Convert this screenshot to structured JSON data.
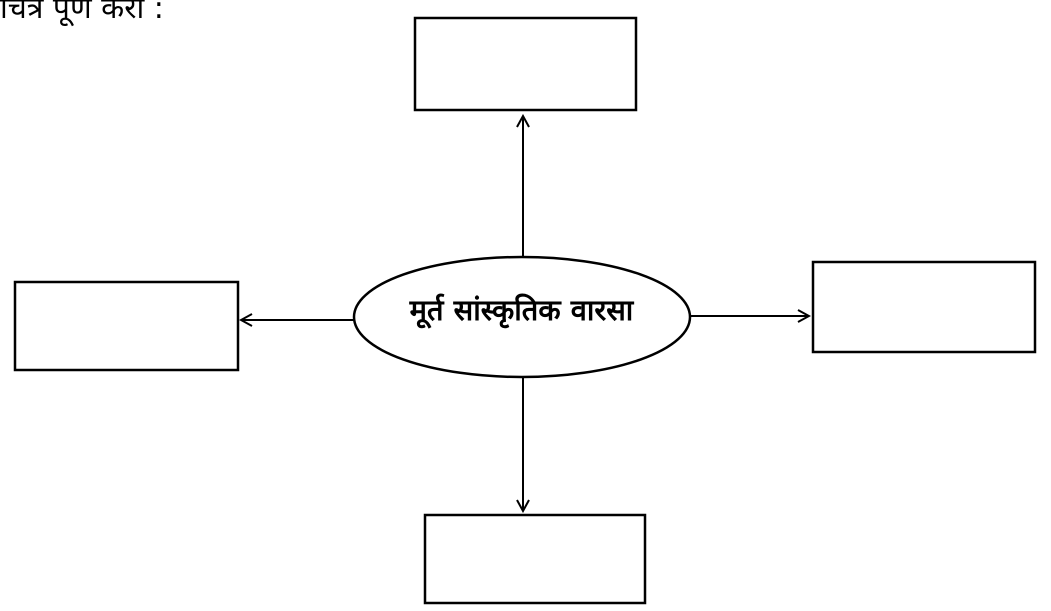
{
  "instruction": "चित्र पूर्ण करा :",
  "center_concept": "मूर्त सांस्कृतिक वारसा",
  "boxes": [
    {
      "position": "top",
      "text": ""
    },
    {
      "position": "left",
      "text": ""
    },
    {
      "position": "right",
      "text": ""
    },
    {
      "position": "bottom",
      "text": ""
    }
  ]
}
